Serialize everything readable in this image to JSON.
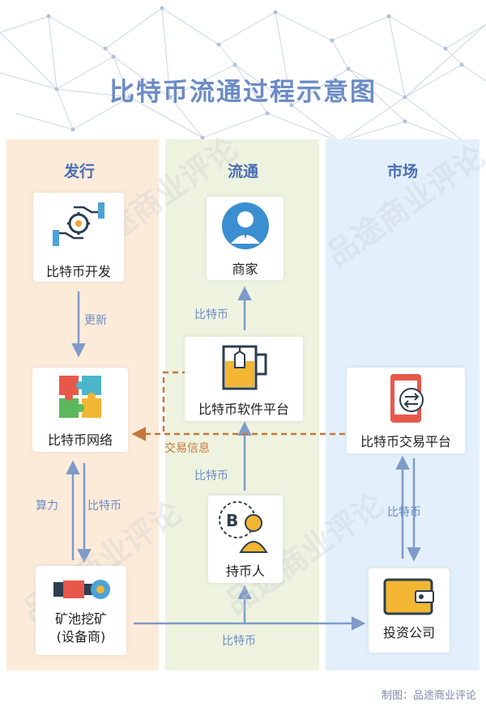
{
  "title": "比特币流通过程示意图",
  "columns": {
    "issue": "发行",
    "circulation": "流通",
    "market": "市场"
  },
  "nodes": {
    "dev": "比特币开发",
    "network": "比特币网络",
    "miner_line1": "矿池挖矿",
    "miner_line2": "(设备商)",
    "merchant": "商家",
    "software": "比特币软件平台",
    "holder": "持币人",
    "exchange": "比特币交易平台",
    "invest": "投资公司"
  },
  "arrows": {
    "update": "更新",
    "hashpower": "算力",
    "btc_network_miner": "比特币",
    "btc_software_merchant": "比特币",
    "btc_holder_software": "比特币",
    "btc_miner_invest": "比特币",
    "btc_exchange_invest": "比特币",
    "trade_info": "交易信息"
  },
  "footer": "制图：品途商业评论",
  "colors": {
    "issue_bg": "#fdebd9",
    "circulation_bg": "#eef3df",
    "market_bg": "#e3f0fb",
    "arrow": "#7f9bc9",
    "trade_arrow": "#c4773c",
    "title": "#6b8bc6"
  }
}
